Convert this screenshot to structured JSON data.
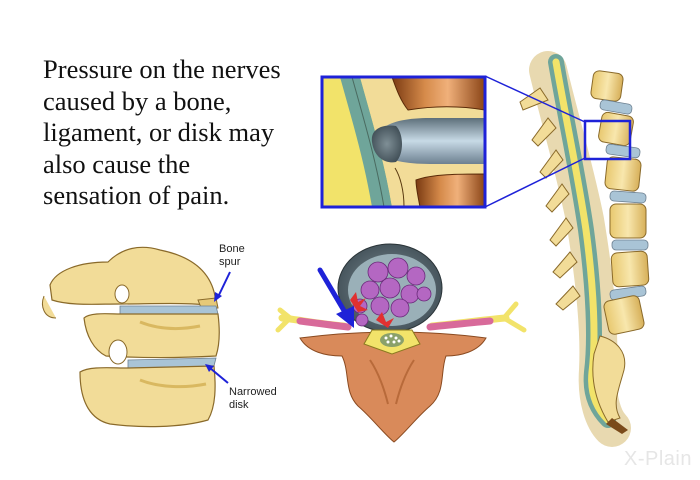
{
  "caption": {
    "lines": [
      "Pressure on the nerves",
      "caused by a bone,",
      "ligament, or disk may",
      "also cause the",
      "sensation of pain."
    ]
  },
  "labels": {
    "bone_spur": [
      "Bone",
      "spur"
    ],
    "narrowed_disk": [
      "Narrowed",
      "disk"
    ]
  },
  "logo": {
    "text": "X-Plain"
  },
  "colors": {
    "bone": "#f2dc98",
    "bone_shadow": "#d9b860",
    "disk_blue": "#a9c4d6",
    "nerve_yellow": "#f2e36a",
    "canal_teal": "#6fa59a",
    "highlight_blue": "#1e22d8",
    "disc_purple": "#b467c2",
    "pain_red": "#e03030",
    "flesh": "#d98a5a",
    "copper": "#b9642c"
  }
}
